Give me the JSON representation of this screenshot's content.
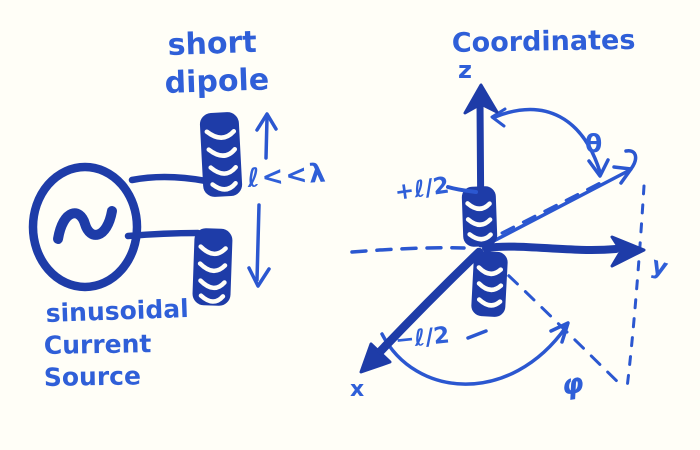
{
  "colors": {
    "background": "#FFFEF7",
    "marker_blue": "#1E3CA8",
    "pen_blue": "#2B57D0",
    "text_blue": "#2F5FD8"
  },
  "left_figure": {
    "title_line1": "short",
    "title_line2": "dipole",
    "length_condition": "ℓ<<λ",
    "caption_line1": "sinusoidal",
    "caption_line2": "Current",
    "caption_line3": "Source",
    "source_symbol": "sine-wave"
  },
  "right_figure": {
    "title": "Coordinates",
    "z_axis_label": "z",
    "y_axis_label": "y",
    "x_axis_label": "x",
    "theta_label": "θ",
    "phi_label": "φ",
    "plus_half_length": "+ℓ/2",
    "minus_half_length": "−ℓ/2"
  }
}
